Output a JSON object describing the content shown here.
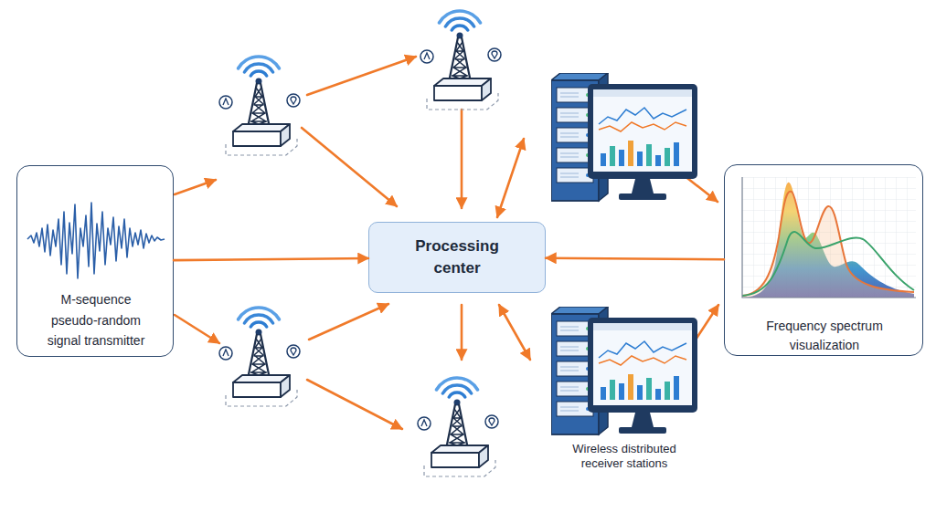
{
  "diagram": {
    "nodes": [
      {
        "text": [
          "M-sequence pseudo-random signal transmitter"
        ]
      },
      {
        "text": [
          "Processing center"
        ]
      },
      {
        "text": [
          "Frequency spectrum visualization"
        ]
      }
    ],
    "edges": [
      {
        "from": 0,
        "to": 1,
        "arrow": "to"
      },
      {
        "from": 2,
        "to": 1,
        "arrow": "to"
      }
    ],
    "labels": [
      "Wireless distributed receiver stations"
    ]
  }
}
